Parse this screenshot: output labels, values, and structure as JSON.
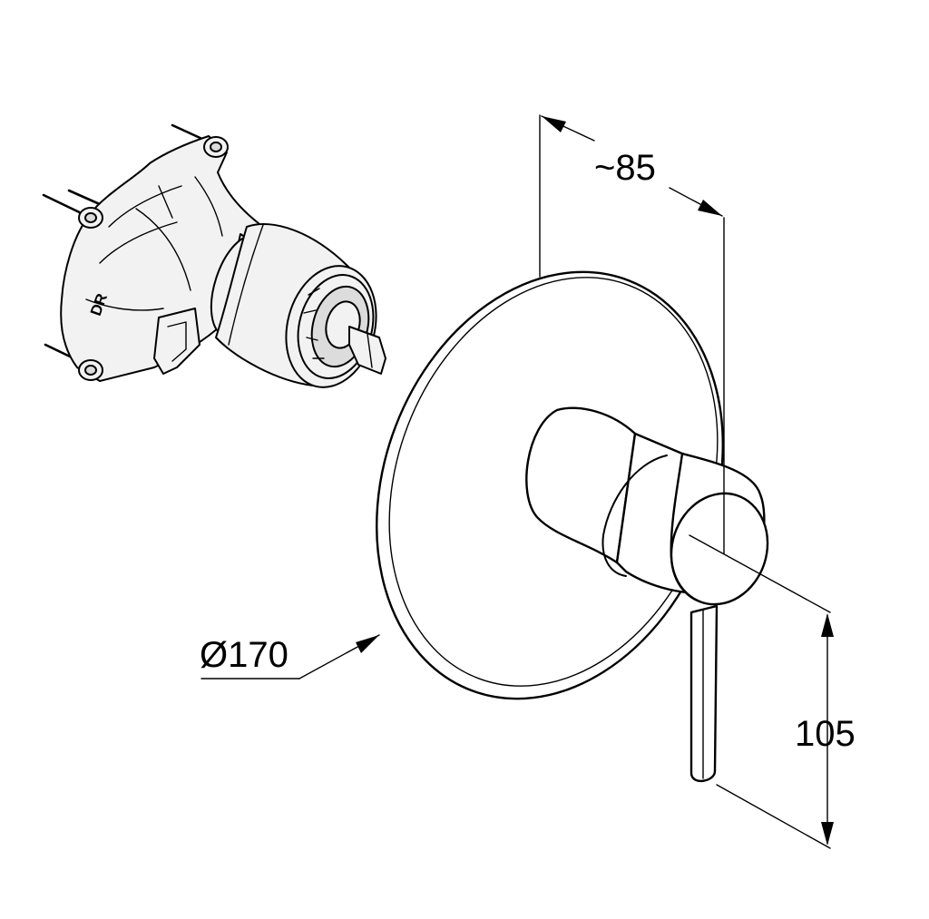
{
  "dimensions": {
    "depth": "~85",
    "plate_diameter": "Ø170",
    "lever_height": "105"
  },
  "valve_body_marking": "DR",
  "colors": {
    "line": "#000000",
    "background": "#ffffff",
    "part_fill": "#f2f2f2"
  }
}
